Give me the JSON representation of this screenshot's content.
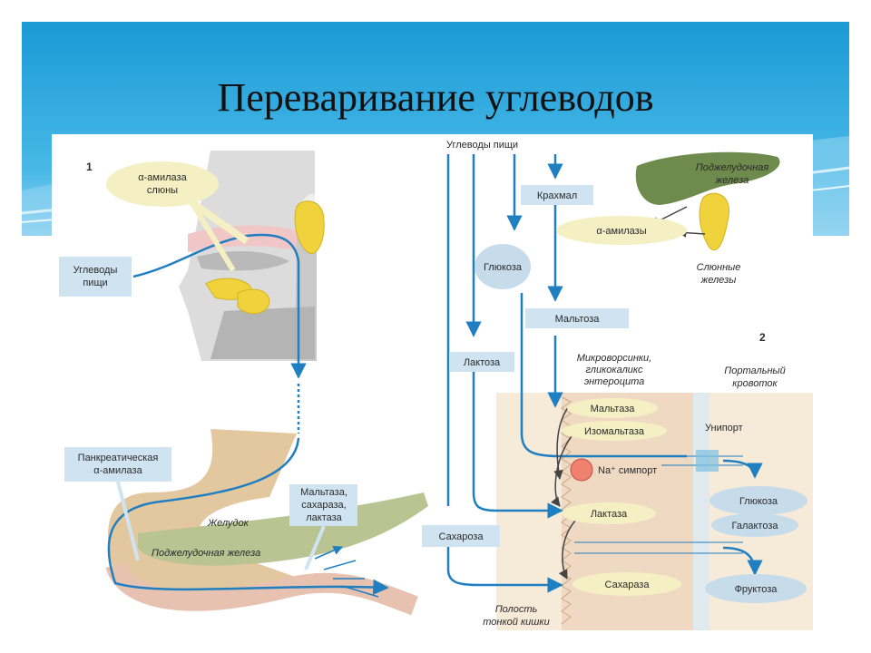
{
  "title": "Переваривание углеводов",
  "panel_numbers": {
    "p1": "1",
    "p2": "2"
  },
  "labels": {
    "saliva_amylase": [
      "α-амилаза",
      "слюны"
    ],
    "carbs_food_left": [
      "Углеводы",
      "пищи"
    ],
    "pancreatic_amylase": [
      "Панкреатическая",
      "α-амилаза"
    ],
    "maltase_sucrase_lactase": [
      "Мальтаза,",
      "сахараза,",
      "лактаза"
    ],
    "stomach": "Желудок",
    "pancreas_left": "Поджелудочная железа",
    "carbs_food_top": "Углеводы пищи",
    "starch": "Крахмал",
    "amylases": "α-амилазы",
    "glucose_left": "Глюкоза",
    "maltose": "Мальтоза",
    "lactose": "Лактоза",
    "sucrose": "Сахароза",
    "pancreas_right": [
      "Поджелудочная",
      "железа"
    ],
    "salivary_glands": [
      "Слюнные",
      "железы"
    ],
    "microvilli": [
      "Микроворсинки,",
      "гликокаликс",
      "энтероцита"
    ],
    "portal": [
      "Портальный",
      "кровоток"
    ],
    "maltase": "Мальтаза",
    "isomaltase": "Изомальтаза",
    "uniport": "Унипорт",
    "na_symport": "Na⁺ симпорт",
    "lactase": "Лактаза",
    "sucrase": "Сахараза",
    "glucose": "Глюкоза",
    "galactose": "Галактоза",
    "fructose": "Фруктоза",
    "lumen": [
      "Полость",
      "тонкой кишки"
    ]
  },
  "colors": {
    "arrow_blue": "#1f7fc0",
    "box_blue": "#cfe3f0",
    "ellipse_yellow": "#f4f0c4",
    "oval_blue": "#c6dcea",
    "gland_yellow": "#efd23c",
    "pancreas_green": "#6f8a4d",
    "cell_tan": "#efd9c2",
    "stomach_tan": "#e3c79f"
  }
}
